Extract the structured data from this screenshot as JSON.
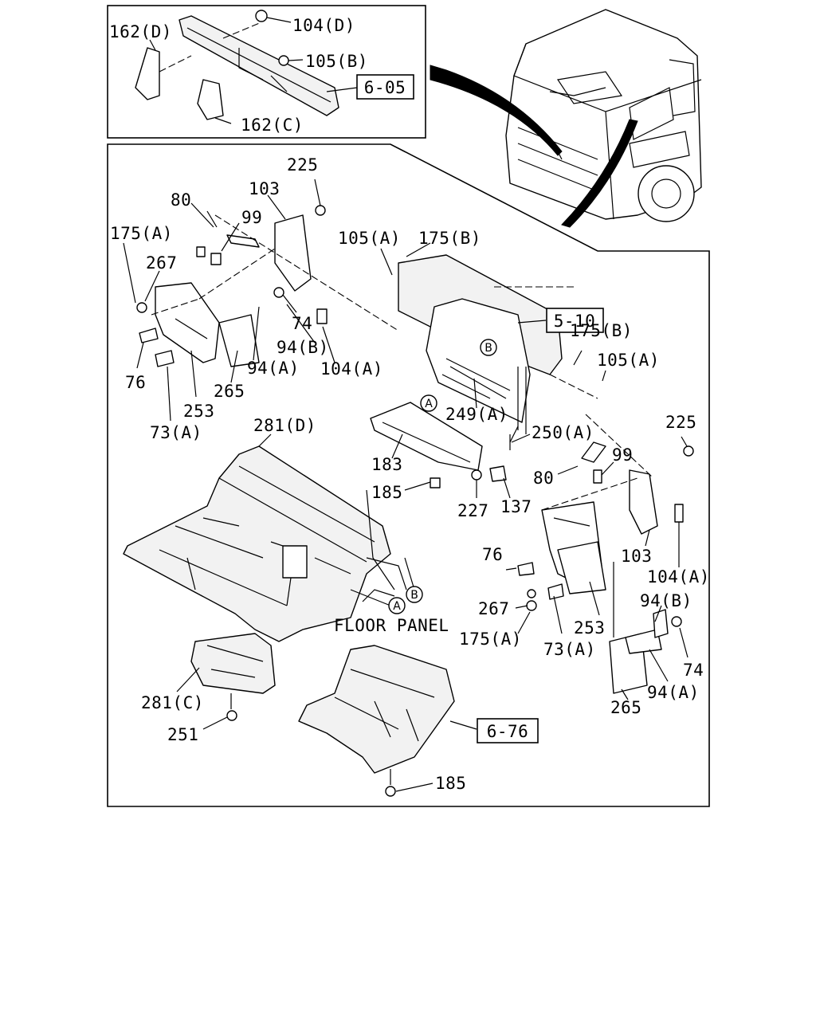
{
  "labels": {
    "l162d": "162(D)",
    "l104d": "104(D)",
    "l105b_top": "105(B)",
    "l162c": "162(C)",
    "l225_l": "225",
    "l103_l": "103",
    "l80_l": "80",
    "l99_l": "99",
    "l175a_l": "175(A)",
    "l267_l": "267",
    "l105a_m": "105(A)",
    "l175b_m": "175(B)",
    "l74_l": "74",
    "l94b_l": "94(B)",
    "l94a_l": "94(A)",
    "l104a_l": "104(A)",
    "l76_l": "76",
    "l265_l": "265",
    "l253_l": "253",
    "l73a_l": "73(A)",
    "l175b_r": "175(B)",
    "l105a_r": "105(A)",
    "l249a": "249(A)",
    "l250a": "250(A)",
    "l225_r": "225",
    "l281d": "281(D)",
    "l183": "183",
    "l185_m": "185",
    "l227": "227",
    "l137": "137",
    "l80_r": "80",
    "l99_r": "99",
    "l103_r": "103",
    "l104a_r": "104(A)",
    "l76_r": "76",
    "l267_r": "267",
    "l175a_r": "175(A)",
    "l253_r": "253",
    "l73a_r": "73(A)",
    "l94b_r": "94(B)",
    "l74_r": "74",
    "l94a_r": "94(A)",
    "l265_r": "265",
    "floor_panel": "FLOOR PANEL",
    "l281c": "281(C)",
    "l251": "251",
    "l185_b": "185",
    "circ_a1": "A",
    "circ_b1": "B",
    "circ_a2": "A",
    "circ_b2": "B"
  },
  "refs": {
    "ref_6_05": "6-05",
    "ref_5_10": "5-10",
    "ref_6_76": "6-76"
  }
}
